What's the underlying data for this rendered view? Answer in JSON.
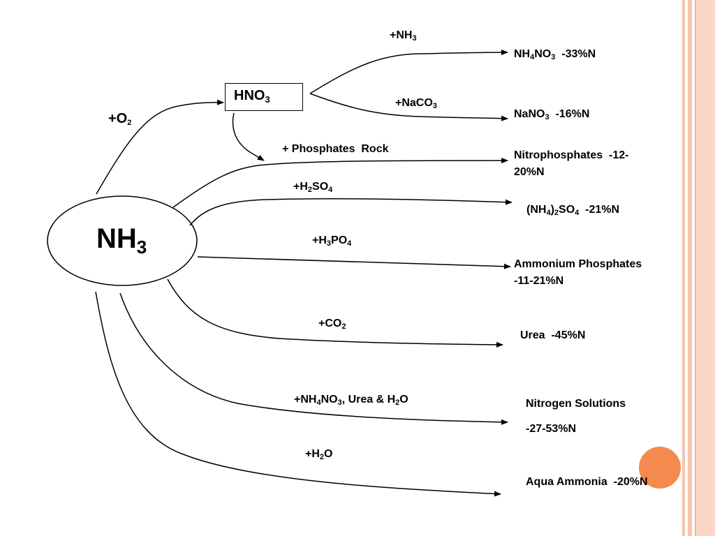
{
  "center": {
    "base": "NH",
    "sub": "3"
  },
  "hno3": {
    "base": "HNO",
    "sub": "3"
  },
  "reagents": {
    "o2": {
      "pre": "+O",
      "sub": "2"
    },
    "nh3": {
      "pre": "+NH",
      "sub": "3"
    },
    "naco3": {
      "pre": "+NaCO",
      "sub": "3"
    },
    "phosphate_rock": "+ Phosphates  Rock",
    "h2so4": {
      "pre": "+H",
      "s1": "2",
      "mid": "SO",
      "s2": "4"
    },
    "h3po4": {
      "pre": "+H",
      "s1": "3",
      "mid": "PO",
      "s2": "4"
    },
    "co2": {
      "pre": "+CO",
      "sub": "2"
    },
    "solutions": {
      "a": "+NH",
      "s1": "4",
      "b": "NO",
      "s2": "3",
      "c": ", Urea & H",
      "s3": "2",
      "d": "O"
    },
    "h2o": {
      "pre": "+H",
      "s1": "2",
      "post": "O"
    }
  },
  "products": {
    "ammonium_nitrate": {
      "a": "NH",
      "s1": "4",
      "b": "NO",
      "s2": "3",
      "c": "  -33%N"
    },
    "sodium_nitrate": {
      "a": "NaNO",
      "s1": "3",
      "c": "  -16%N"
    },
    "nitrophosphates": {
      "line1": "Nitrophosphates  -12-",
      "line2": "20%N"
    },
    "ammonium_sulfate": {
      "a": "(NH",
      "s1": "4",
      "b": ")",
      "s2": "2",
      "c": "SO",
      "s3": "4",
      "d": "  -21%N"
    },
    "ammonium_phosphates": {
      "line1": "Ammonium Phosphates",
      "line2": "-11-21%N"
    },
    "urea": "Urea  -45%N",
    "nitrogen_solutions": {
      "line1": "Nitrogen Solutions",
      "line2": "-27-53%N"
    },
    "aqua_ammonia": "Aqua Ammonia  -20%N"
  },
  "colors": {
    "edge_bands": "#f6c3ad",
    "accent_circle": "#f58a4e",
    "line": "#000000"
  }
}
